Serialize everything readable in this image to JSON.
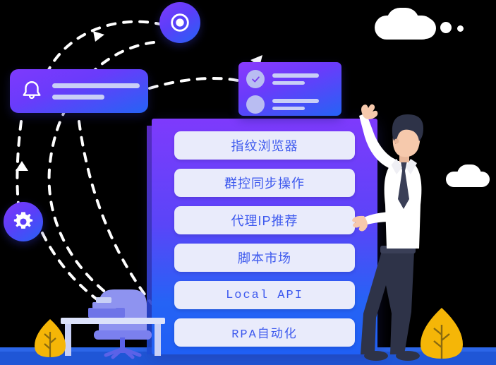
{
  "scene": {
    "title": "Automation platform feature panel illustration",
    "background_color": "#000000",
    "ground_color": "#1F56D6"
  },
  "panel": {
    "name": "feature-panel",
    "gradient_top": "#7E3AFC",
    "gradient_bottom": "#1F5FF5",
    "buttons": [
      {
        "label": "指纹浏览器",
        "script": "cjk"
      },
      {
        "label": "群控同步操作",
        "script": "cjk"
      },
      {
        "label": "代理IP推荐",
        "script": "cjk"
      },
      {
        "label": "脚本市场",
        "script": "cjk"
      },
      {
        "label": "Local API",
        "script": "latin"
      },
      {
        "label": "RPA自动化",
        "script": "cjk"
      }
    ],
    "button_bg": "#E9EBFB",
    "button_text_color": "#3D59EE"
  },
  "notification_card": {
    "name": "notification-card",
    "icon": "bell-icon",
    "bar_widths": [
      "124px",
      "74px"
    ],
    "bar_color": "#C9CFF6"
  },
  "checklist_card": {
    "name": "checklist-card",
    "rows": [
      {
        "icon": "check-circle-icon",
        "checked": true,
        "bar_widths": [
          "66px",
          "46px"
        ]
      },
      {
        "icon": "empty-circle-icon",
        "checked": false,
        "bar_widths": [
          "66px",
          "46px"
        ]
      }
    ],
    "bar_color": "#C9CFF6",
    "circle_color": "#B9BDF2"
  },
  "badges": [
    {
      "name": "target-badge",
      "icon": "target-icon"
    },
    {
      "name": "gear-badge",
      "icon": "gear-icon"
    }
  ],
  "clouds": [
    {
      "name": "cloud-large-top-right",
      "trailing_dots": 2
    },
    {
      "name": "cloud-small-right",
      "trailing_dots": 0
    }
  ],
  "figures": [
    {
      "name": "businessman",
      "pose": "arm-raised",
      "shirt_color": "#FFFFFF",
      "trouser_color": "#2E3348",
      "tie_color": "#3A3F57",
      "skin_color": "#F6C9AC",
      "hair_color": "#2E3348"
    }
  ],
  "furniture": [
    {
      "name": "desk",
      "color": "#DCE2FA"
    },
    {
      "name": "office-chair",
      "color": "#8E93F0"
    },
    {
      "name": "monitor",
      "color": "#6E74E8"
    }
  ],
  "plants": [
    {
      "name": "tree-left",
      "leaf_color": "#F5B607",
      "trunk_color": "#8A6A10"
    },
    {
      "name": "tree-right",
      "leaf_color": "#F5B607",
      "trunk_color": "#8A6A10"
    }
  ],
  "flow_paths": {
    "name": "dashed-flow-paths",
    "color": "#FFFFFF",
    "style": "dashed",
    "arrow_count": 3
  }
}
